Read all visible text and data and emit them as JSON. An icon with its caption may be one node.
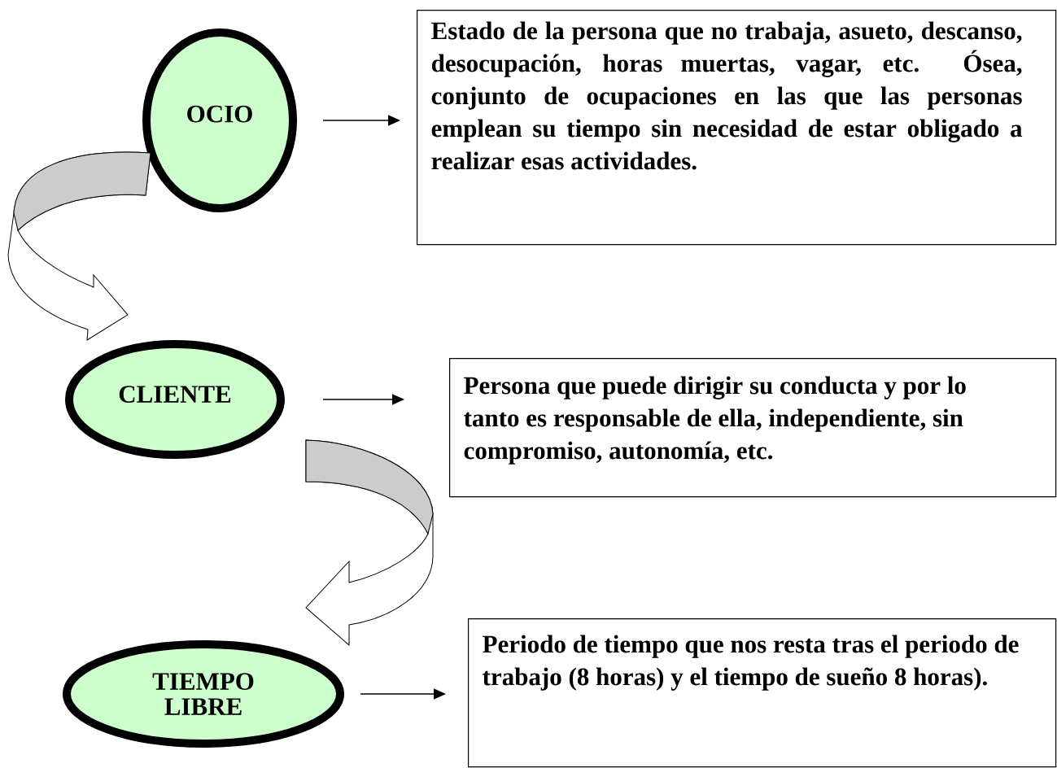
{
  "diagram": {
    "nodes": [
      {
        "text": [
          "OCIO"
        ]
      },
      {
        "text": [
          "Estado de la persona que no trabaja, asueto, descanso, desocupación, horas muertas, vagar, etc. Ósea, conjunto de ocupaciones en las que las personas emplean su tiempo sin necesidad de estar obligado a realizar esas actividades."
        ]
      },
      {
        "text": [
          "CLIENTE"
        ]
      },
      {
        "text": [
          "Persona que puede dirigir su conducta y por lo tanto es responsable de ella, independiente, sin compromiso, autonomía, etc."
        ]
      },
      {
        "text": [
          "TIEMPO LIBRE"
        ]
      },
      {
        "text": [
          "Periodo de tiempo que nos resta tras el periodo de trabajo (8 horas) y el tiempo de sueño 8 horas)."
        ]
      }
    ],
    "edges": [
      {
        "from": 0,
        "to": 1,
        "arrow": "to"
      },
      {
        "from": 2,
        "to": 3,
        "arrow": "to"
      },
      {
        "from": 4,
        "to": 5,
        "arrow": "to"
      },
      {
        "from": 0,
        "to": 2,
        "arrow": "to",
        "style": "thick"
      },
      {
        "from": 2,
        "to": 4,
        "arrow": "to",
        "style": "thick"
      }
    ]
  }
}
